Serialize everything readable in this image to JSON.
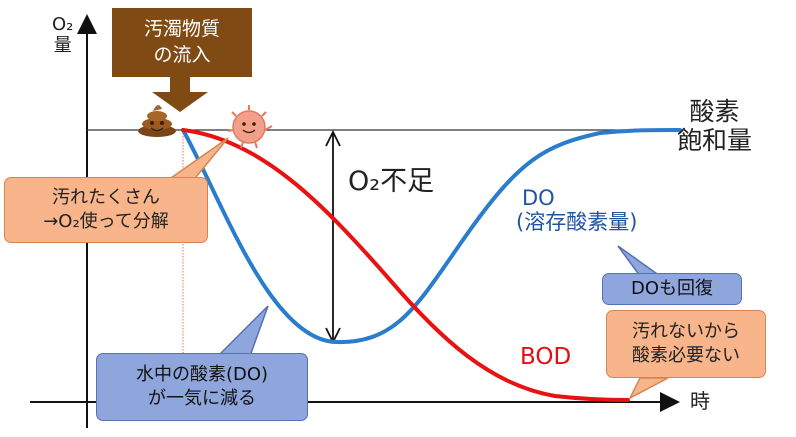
{
  "axes": {
    "y_label_line1": "O₂",
    "y_label_line2": "量",
    "x_label": "時"
  },
  "labels": {
    "saturation_line1": "酸素",
    "saturation_line2": "飽和量",
    "o2_deficit": "O₂不足",
    "do_line1": "DO",
    "do_line2": "(溶存酸素量)",
    "bod": "BOD"
  },
  "callouts": {
    "pollutant_inflow": [
      "汚濁物質",
      "の流入"
    ],
    "dirty_uses_o2": [
      "汚れたくさん",
      "→O₂使って分解"
    ],
    "do_recovers": [
      "DOも回復"
    ],
    "no_dirt_no_oxygen": [
      "汚れないから",
      "酸素必要ない"
    ],
    "do_drops": [
      "水中の酸素(DO)",
      "が一気に減る"
    ]
  },
  "icons": {
    "pollutant": "poop-icon",
    "microbe": "microbe-icon"
  },
  "colors": {
    "do_curve": "#2a7ccc",
    "bod_curve": "#e81212",
    "pollutant_box": "#7f4a14",
    "callout_orange": "#f8b48a",
    "callout_purple": "#8fa6dc"
  }
}
